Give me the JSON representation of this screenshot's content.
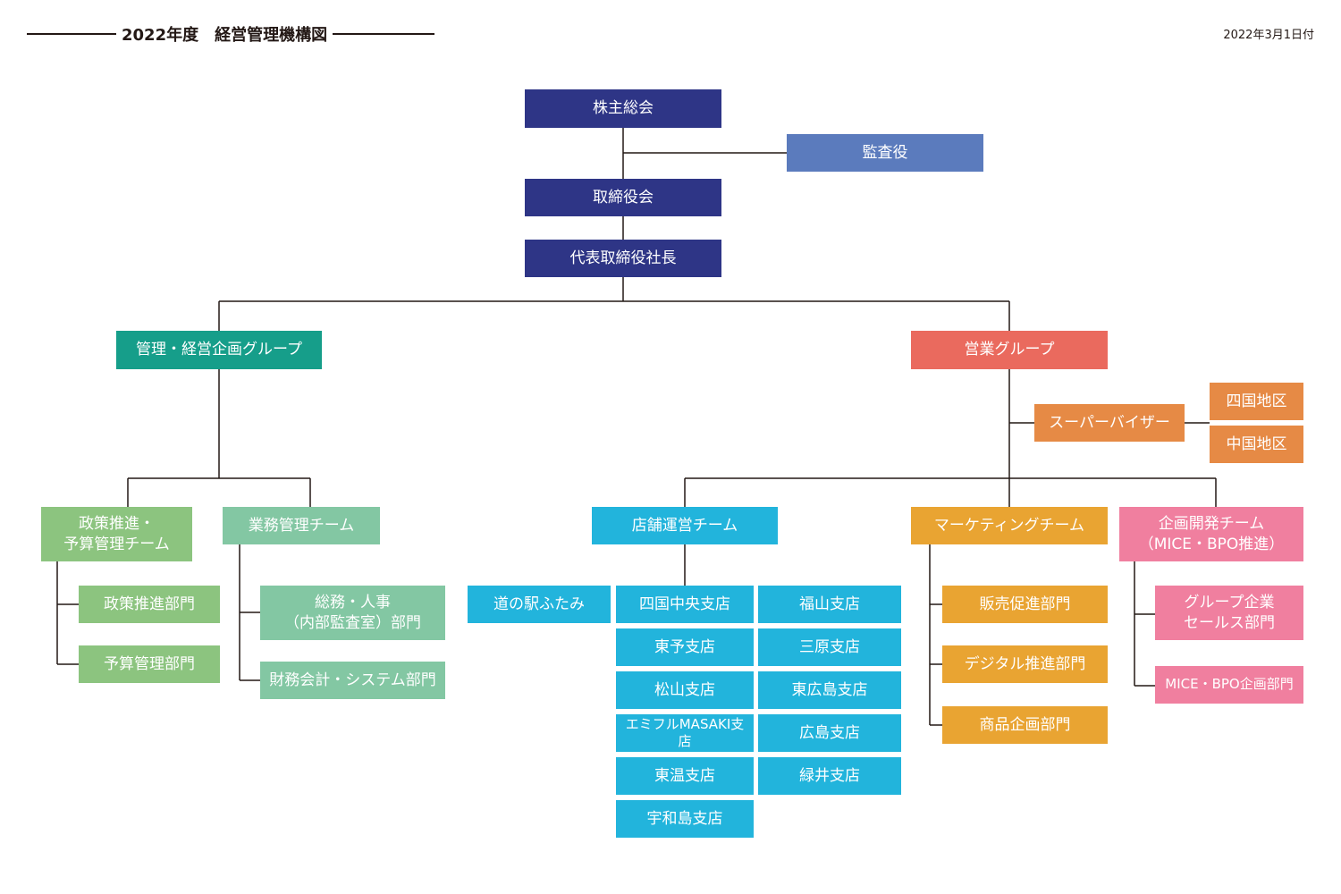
{
  "header": {
    "title": "2022年度　経営管理機構図",
    "date": "2022年3月1日付"
  },
  "colors": {
    "navy": "#2e3586",
    "steel_blue": "#5b7bbd",
    "teal": "#169e8a",
    "coral": "#ea6a5e",
    "orange": "#e68a45",
    "light_green": "#8cc47f",
    "mint": "#83c7a3",
    "cyan": "#22b4dc",
    "gold": "#e9a432",
    "pink": "#f07f9f",
    "line": "#231815"
  },
  "nodes": {
    "shareholders": "株主総会",
    "auditor": "監査役",
    "board": "取締役会",
    "president": "代表取締役社長",
    "admin_group": "管理・経営企画グループ",
    "sales_group": "営業グループ",
    "supervisor": "スーパーバイザー",
    "shikoku_region": "四国地区",
    "chugoku_region": "中国地区",
    "policy_team": [
      "政策推進・",
      "予算管理チーム"
    ],
    "operations_team": "業務管理チーム",
    "policy_dept": "政策推進部門",
    "budget_dept": "予算管理部門",
    "ga_hr_dept": [
      "総務・人事",
      "（内部監査室）部門"
    ],
    "finance_dept": "財務会計・システム部門",
    "store_team": "店舗運営チーム",
    "marketing_team": "マーケティングチーム",
    "planning_team": [
      "企画開発チーム",
      "（MICE・BPO推進）"
    ],
    "michi_no_eki": "道の駅ふたみ",
    "stores_left": [
      "四国中央支店",
      "東予支店",
      "松山支店",
      "エミフルMASAKI支店",
      "東温支店",
      "宇和島支店"
    ],
    "stores_right": [
      "福山支店",
      "三原支店",
      "東広島支店",
      "広島支店",
      "緑井支店"
    ],
    "sales_promo_dept": "販売促進部門",
    "digital_dept": "デジタル推進部門",
    "product_dept": "商品企画部門",
    "group_sales_dept": [
      "グループ企業",
      "セールス部門"
    ],
    "mice_bpo_dept": "MICE・BPO企画部門"
  }
}
